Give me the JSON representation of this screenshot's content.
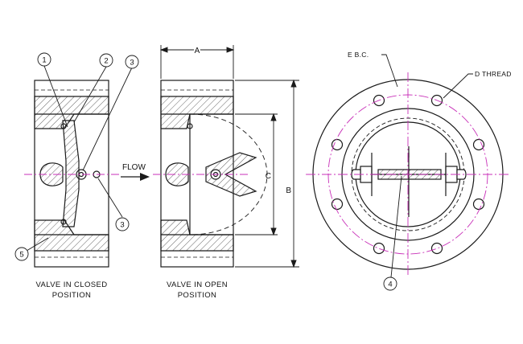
{
  "balloons": {
    "b1": "1",
    "b2": "2",
    "b3": "3",
    "b3b": "3",
    "b4": "4",
    "b5": "5"
  },
  "flow_label": "FLOW",
  "dimensions": {
    "a": "A",
    "b": "B",
    "c": "C"
  },
  "notes": {
    "bolt_circle": "E B.C.",
    "thread": "D THREAD"
  },
  "captions": {
    "closed_line1": "VALVE IN CLOSED",
    "closed_line2": "POSITION",
    "open_line1": "VALVE IN OPEN",
    "open_line2": "POSITION"
  },
  "colors": {
    "line": "#1a1a1a",
    "centerline": "#c82fb8",
    "hatch": "#555555"
  }
}
